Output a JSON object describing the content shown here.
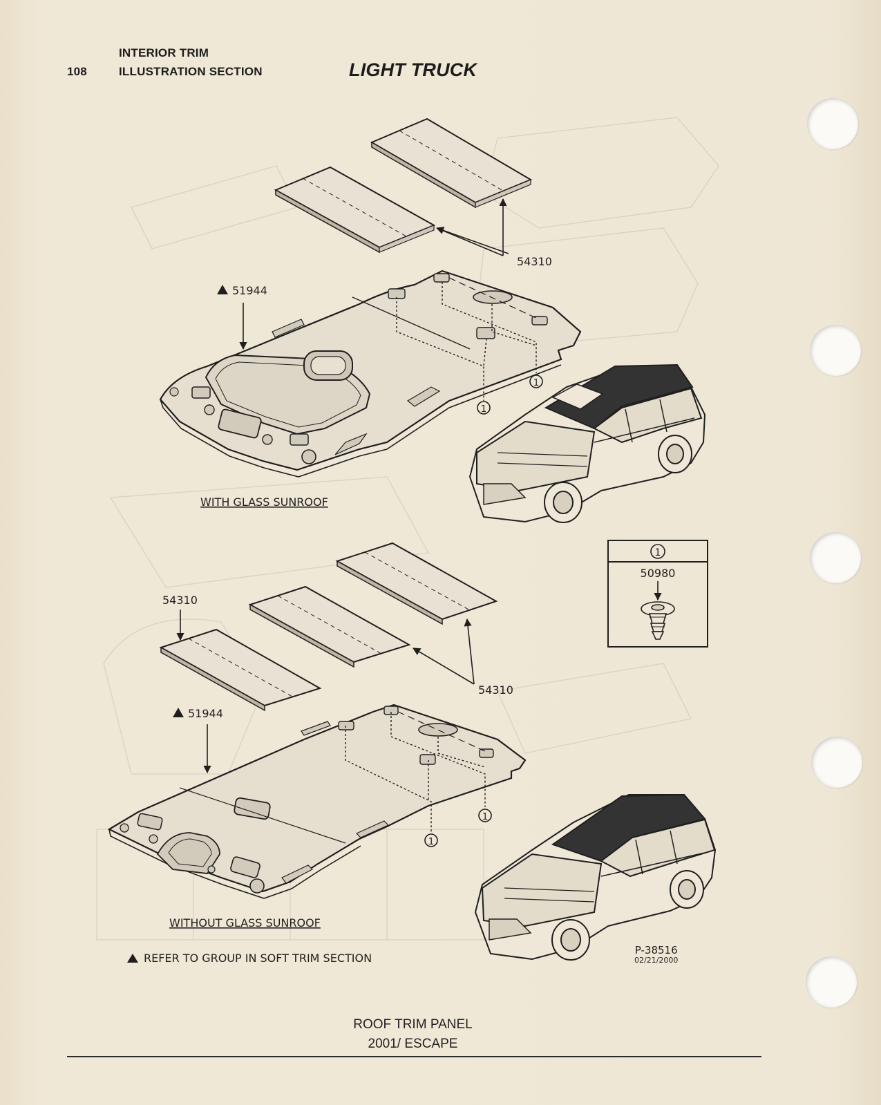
{
  "header": {
    "page_number": "108",
    "section_line_1": "INTERIOR TRIM",
    "section_line_2": "ILLUSTRATION SECTION",
    "doc_class": "LIGHT TRUCK"
  },
  "illustrations": {
    "with_sunroof": {
      "caption": "WITH GLASS SUNROOF",
      "panel_part": "54310",
      "headliner_part": "51944",
      "clip_callout": "1"
    },
    "without_sunroof": {
      "caption": "WITHOUT GLASS SUNROOF",
      "panel_part_left": "54310",
      "panel_part_right": "54310",
      "headliner_part": "51944",
      "clip_callout": "1"
    },
    "legend_box": {
      "callout": "1",
      "part": "50980"
    }
  },
  "footnote": "REFER TO GROUP IN SOFT TRIM SECTION",
  "illustration_id": "P-38516",
  "illustration_date": "02/21/2000",
  "footer": {
    "title": "ROOF TRIM PANEL",
    "subtitle": "2001/ ESCAPE"
  },
  "colors": {
    "paper": "#ede4d2",
    "ink": "#1f1f1f",
    "panel_fill": "#e8e1d3",
    "roof_fill": "#3a3a3a"
  }
}
